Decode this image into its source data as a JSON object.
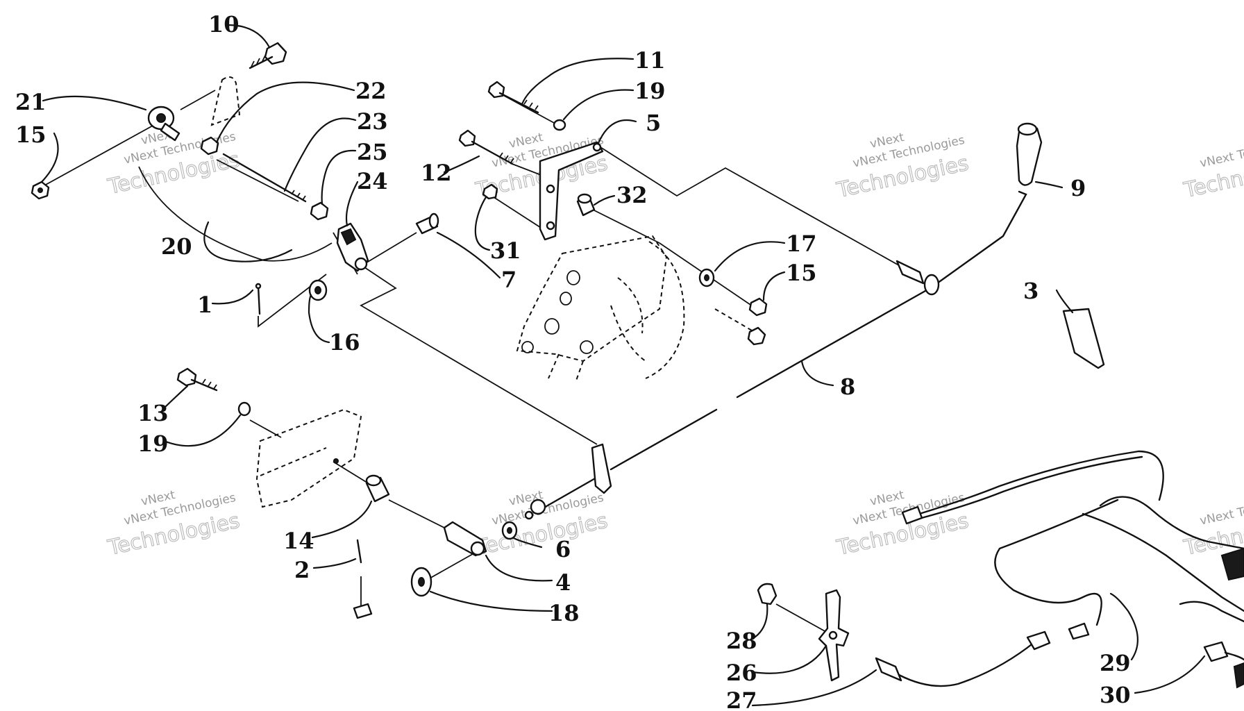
{
  "callouts": {
    "c1": "1",
    "c2": "2",
    "c3": "3",
    "c4": "4",
    "c5": "5",
    "c6": "6",
    "c7": "7",
    "c8": "8",
    "c9": "9",
    "c10": "10",
    "c11": "11",
    "c12": "12",
    "c13": "13",
    "c14": "14",
    "c15a": "15",
    "c15b": "15",
    "c16": "16",
    "c17": "17",
    "c18": "18",
    "c19a": "19",
    "c19b": "19",
    "c20": "20",
    "c21": "21",
    "c22": "22",
    "c23": "23",
    "c24": "24",
    "c25": "25",
    "c26": "26",
    "c27": "27",
    "c28": "28",
    "c29": "29",
    "c30": "30",
    "c31": "31",
    "c32": "32"
  },
  "watermark": {
    "line1": "vNext",
    "line2": "vNext Technologies",
    "line3": "Technologies"
  }
}
